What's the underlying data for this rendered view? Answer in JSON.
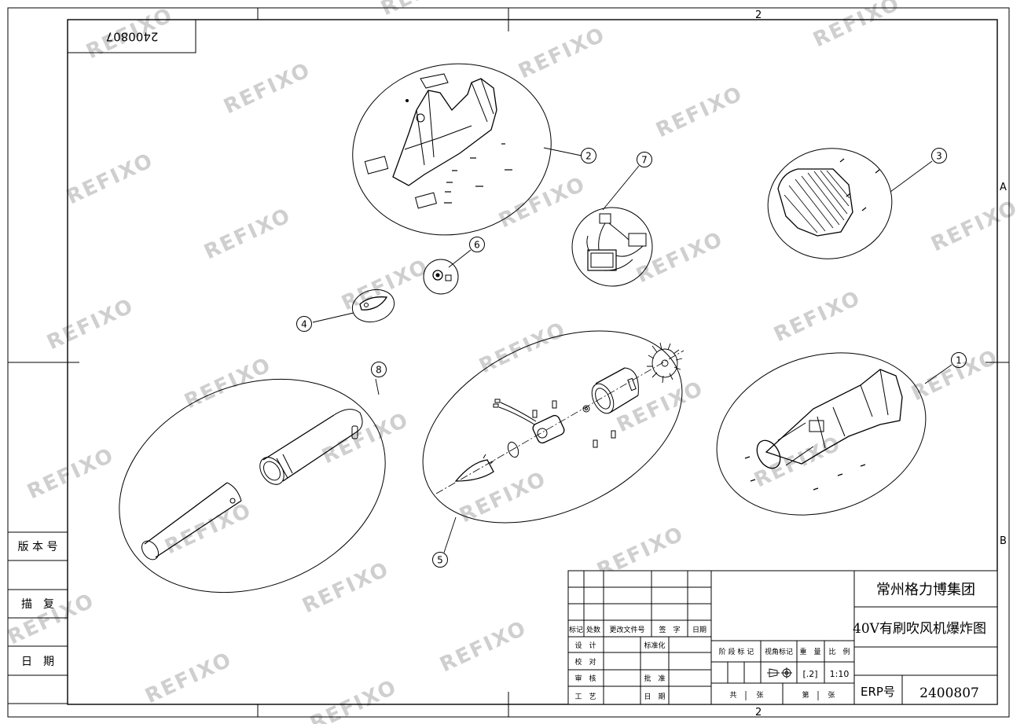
{
  "sheet": {
    "zone_top_mid": "2",
    "zone_bottom_mid": "2",
    "zone_right_a": "A",
    "zone_right_b": "B",
    "corner_code_upside_down": "2400807"
  },
  "callouts": [
    "1",
    "2",
    "3",
    "4",
    "5",
    "6",
    "7",
    "8"
  ],
  "watermark": "REFIXO",
  "left_strip": {
    "version": "版 本 号",
    "trace": "描　复",
    "date": "日　期"
  },
  "title_block": {
    "company": "常州格力博集团",
    "drawing_title": "40V有刷吹风机爆炸图",
    "erp_label": "ERP号",
    "erp_value": "2400807",
    "rev_headers": [
      "标记",
      "处数",
      "更改文件号",
      "签　字",
      "日期"
    ],
    "roles": [
      "设　计",
      "校　对",
      "审　核",
      "工　艺"
    ],
    "standardize": "标准化",
    "approve": "批　准",
    "date": "日　期",
    "stage_mark": "阶 段 标 记",
    "view_mark": "视角标记",
    "weight": "重　量",
    "scale": "比　例",
    "weight_value": "[.2]",
    "scale_value": "1:10",
    "total": "共",
    "sheet_word": "张",
    "page": "第",
    "sheet_word2": "张"
  }
}
